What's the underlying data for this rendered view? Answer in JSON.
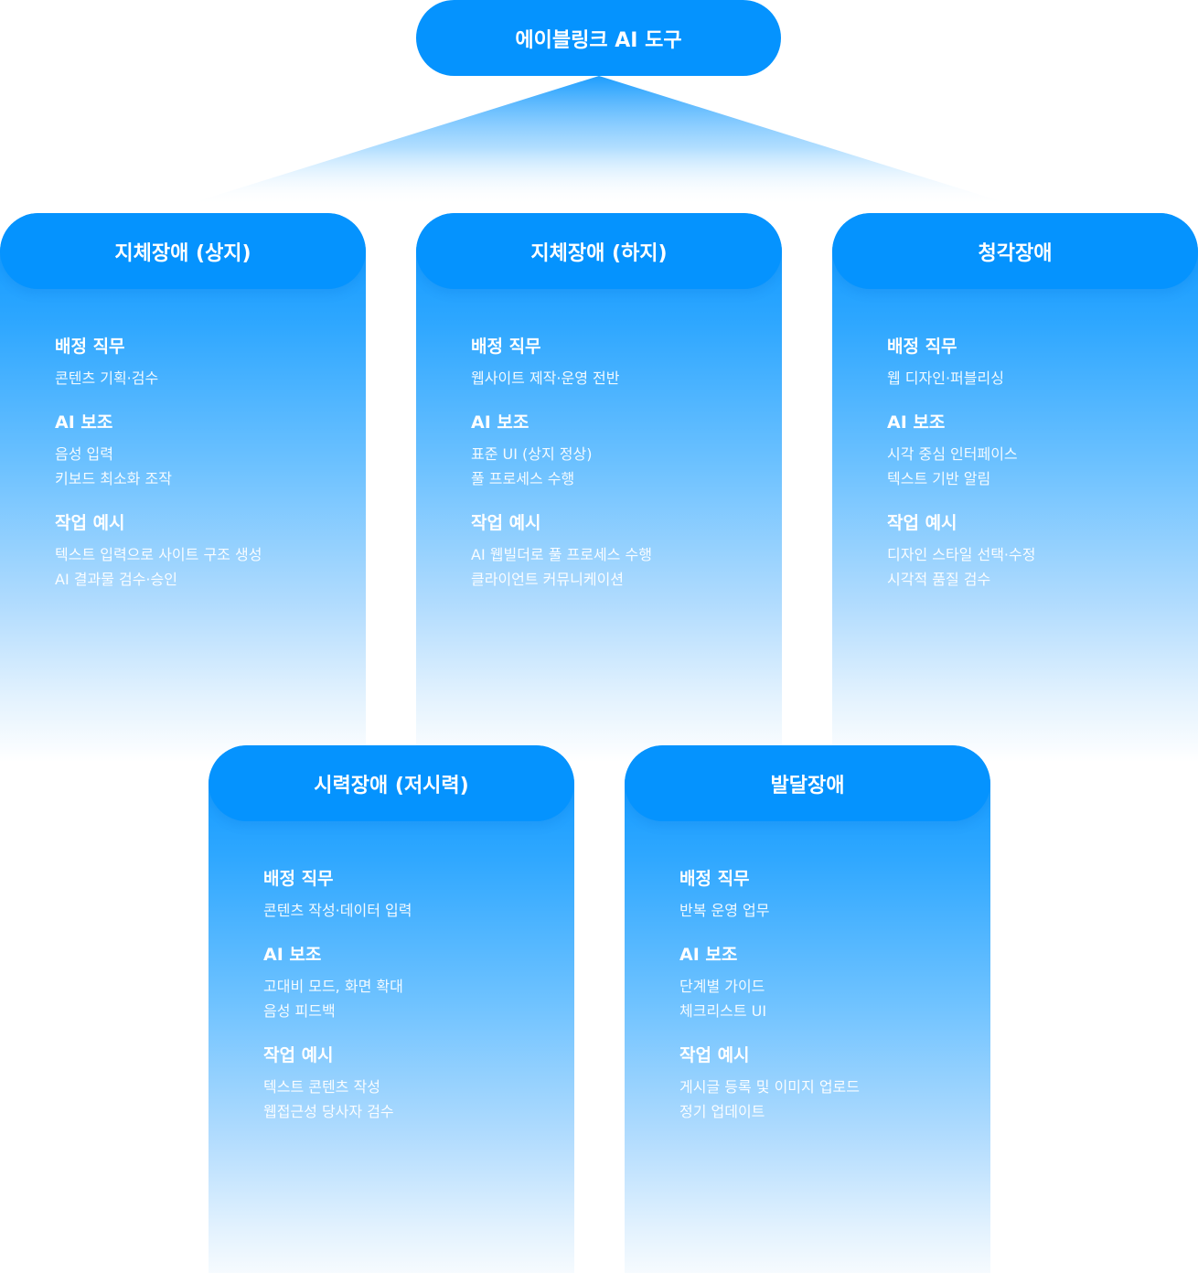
{
  "root": {
    "label": "에이블링크 AI 도구"
  },
  "labels": {
    "assigned_job": "배정 직무",
    "ai_assist": "AI 보조",
    "work_example": "작업 예시"
  },
  "categories": [
    {
      "title": "지체장애 (상지)",
      "assigned_job": [
        "콘텐츠 기획·검수"
      ],
      "ai_assist": [
        "음성 입력",
        "키보드 최소화 조작"
      ],
      "work_example": [
        "텍스트 입력으로 사이트 구조 생성",
        "AI 결과물 검수·승인"
      ]
    },
    {
      "title": "지체장애 (하지)",
      "assigned_job": [
        "웹사이트 제작·운영 전반"
      ],
      "ai_assist": [
        "표준 UI (상지 정상)",
        "풀 프로세스 수행"
      ],
      "work_example": [
        "AI 웹빌더로 풀 프로세스 수행",
        "클라이언트 커뮤니케이션"
      ]
    },
    {
      "title": "청각장애",
      "assigned_job": [
        "웹 디자인·퍼블리싱"
      ],
      "ai_assist": [
        "시각 중심 인터페이스",
        "텍스트 기반 알림"
      ],
      "work_example": [
        "디자인 스타일 선택·수정",
        "시각적 품질 검수"
      ]
    },
    {
      "title": "시력장애 (저시력)",
      "assigned_job": [
        "콘텐츠 작성·데이터 입력"
      ],
      "ai_assist": [
        "고대비 모드, 화면 확대",
        "음성 피드백"
      ],
      "work_example": [
        "텍스트 콘텐츠 작성",
        "웹접근성 당사자 검수"
      ]
    },
    {
      "title": "발달장애",
      "assigned_job": [
        "반복 운영 업무"
      ],
      "ai_assist": [
        "단계별 가이드",
        "체크리스트 UI"
      ],
      "work_example": [
        "게시글 등록 및 이미지 업로드",
        "정기 업데이트"
      ]
    }
  ],
  "colors": {
    "primary": "#0593fe",
    "text": "#ffffff"
  }
}
